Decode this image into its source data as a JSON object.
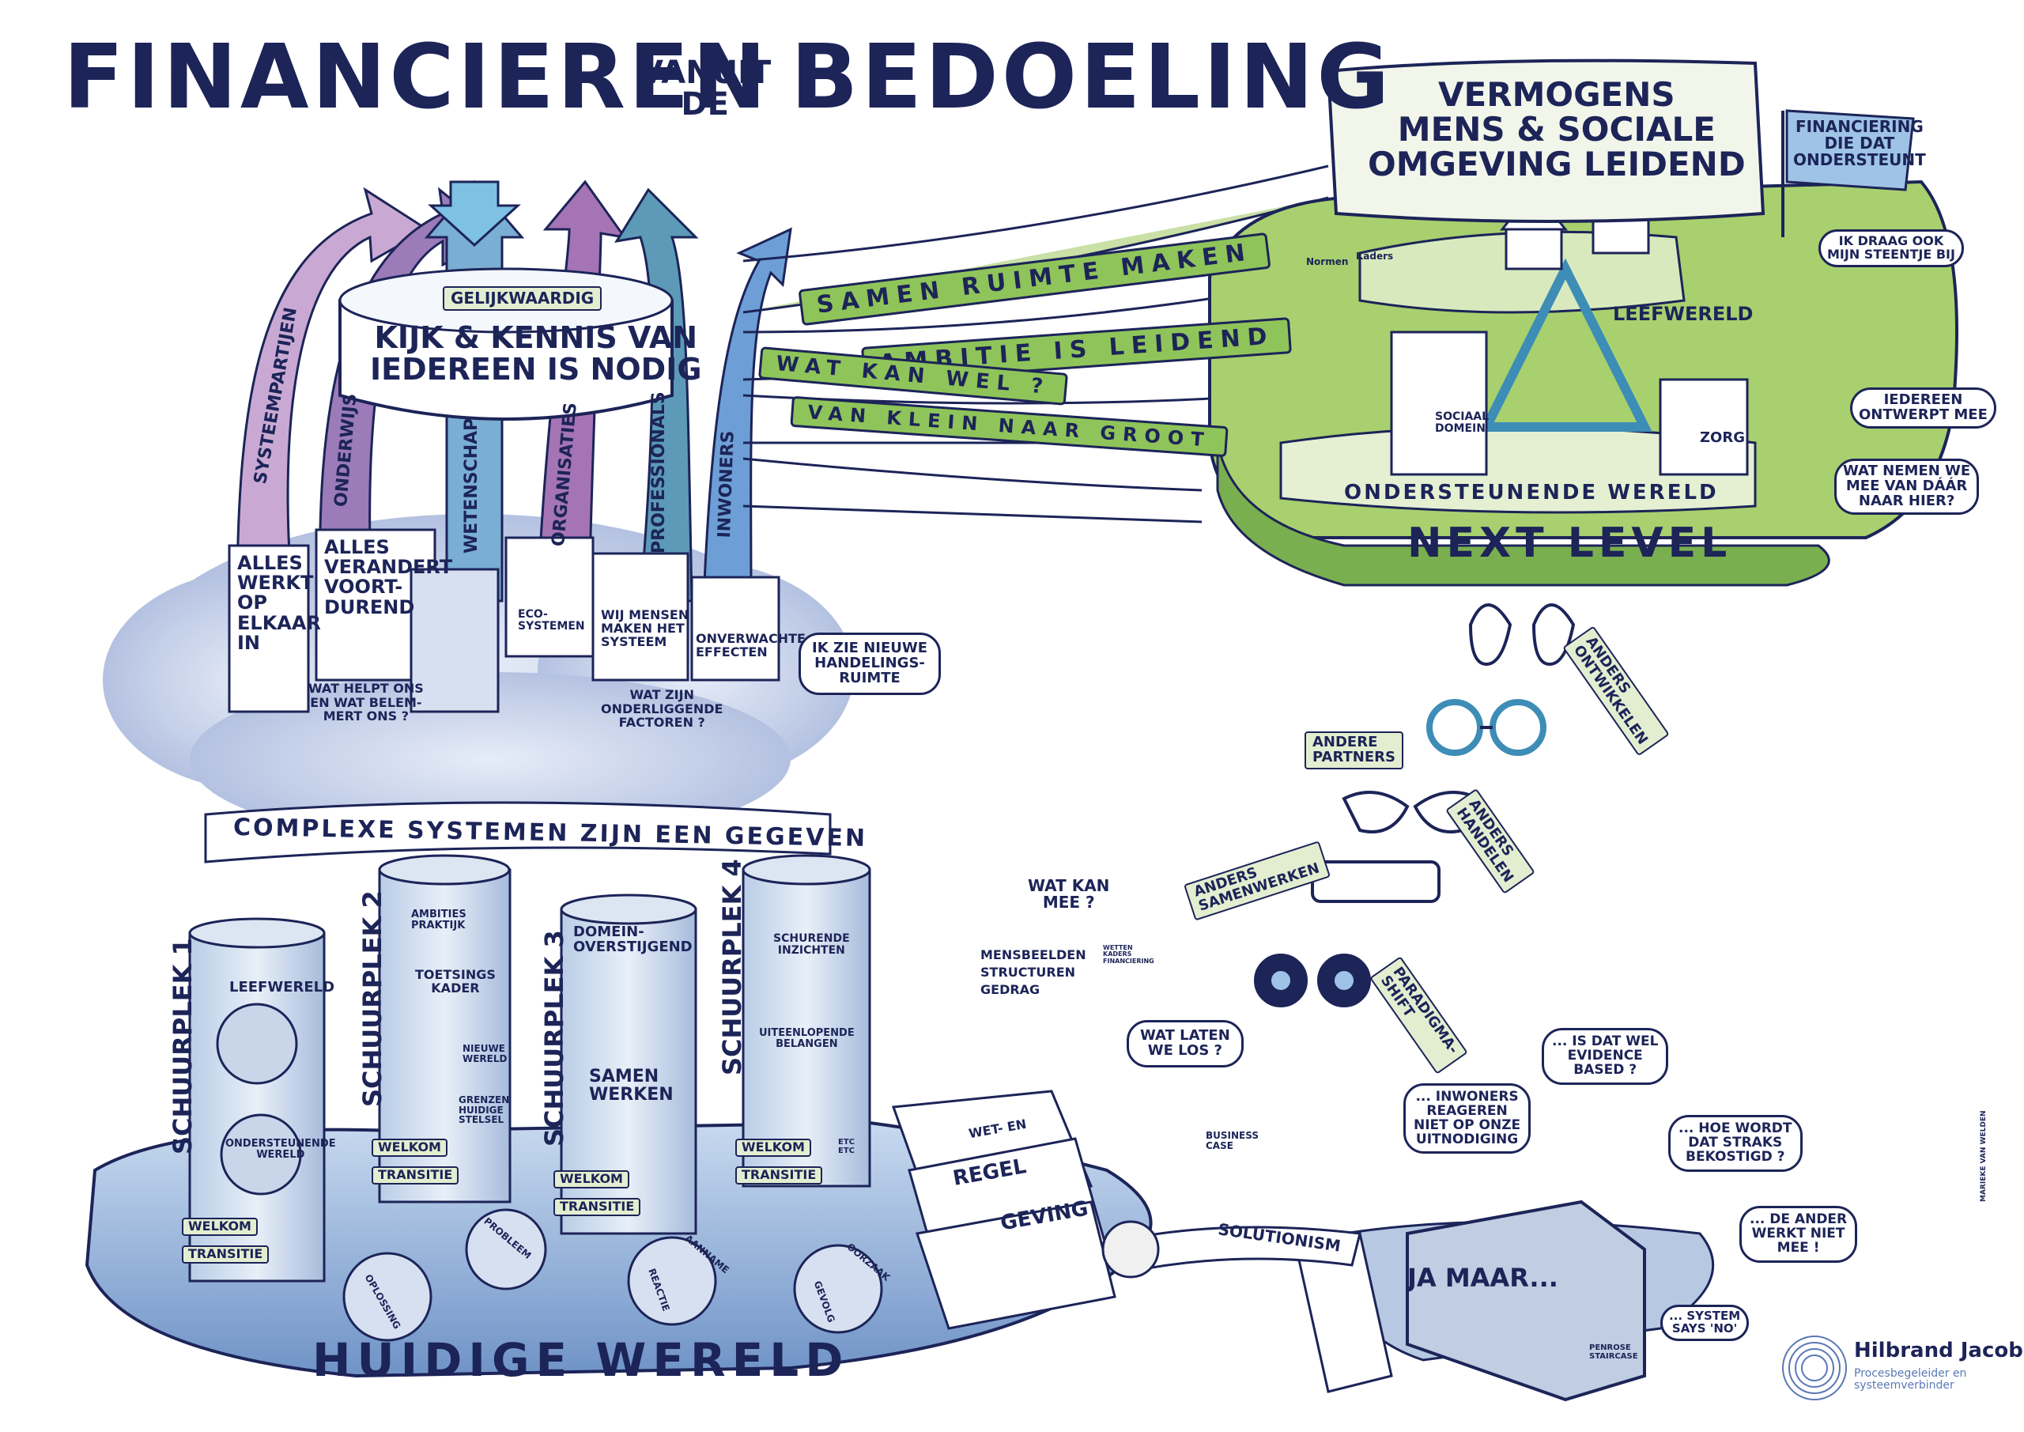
{
  "title": {
    "left": "FINANCIEREN",
    "middle": "VANUIT\nDE",
    "right": "BEDOELING"
  },
  "top_left": {
    "badge": "GELIJKWAARDIG",
    "banner": "KIJK & KENNIS VAN\nIEDEREEN IS NODIG",
    "arrows": [
      "SYSTEEMPARTIJEN",
      "ONDERWIJS",
      "WETENSCHAP",
      "ORGANISATIES",
      "PROFESSIONALS",
      "INWONERS"
    ],
    "signs": [
      "ALLES\nWERKT\nOP\nELKAAR\nIN",
      "ALLES\nVERANDERT\nVOORT-\nDUREND",
      "ECO-\nSYSTEMEN",
      "WIJ MENSEN\nMAKEN HET\nSYSTEEM",
      "ONVERWACHTE\nEFFECTEN"
    ],
    "bubbles": [
      "WAT HELPT ONS\nEN WAT BELEM-\nMERT ONS ?",
      "WAT ZIJN\nONDERLIGGENDE\nFACTOREN ?",
      "IK ZIE NIEUWE\nHANDELINGS-\nRUIMTE"
    ],
    "cloud_banner": "COMPLEXE SYSTEMEN ZIJN EEN GEGEVEN"
  },
  "bridges": [
    "SAMEN RUIMTE MAKEN",
    "AMBITIE IS LEIDEND",
    "WAT KAN WEL ?",
    "VAN KLEIN NAAR GROOT"
  ],
  "next_level": {
    "banner": "VERMOGENS\nMENS & SOCIALE\nOMGEVING LEIDEND",
    "flag": "FINANCIERING\nDIE DAT\nONDERSTEUNT",
    "leefwereld": "LEEFWERELD",
    "ondersteunende": "ONDERSTEUNENDE WERELD",
    "label": "NEXT LEVEL",
    "building_left": "SOCIAAL\nDOMEIN",
    "building_right": "ZORG",
    "boards": [
      "Normen",
      "Kaders"
    ],
    "bubbles": [
      "IK DRAAG OOK\nMIJN STEENTJE BIJ",
      "IEDEREEN\nONTWERPT MEE",
      "WAT NEMEN WE\nMEE VAN DÁÁR\nNAAR HIER?"
    ]
  },
  "glasses": [
    "ANDERS\nONTWIKKELEN",
    "ANDERE\nPARTNERS",
    "ANDERS\nHANDELEN",
    "ANDERS\nSAMENWERKEN",
    "PARADIGMA-\nSHIFT"
  ],
  "pillars": [
    {
      "name": "SCHUURPLEK 1",
      "items": [
        "LEEFWERELD",
        "ONDERSTEUNENDE\nWERELD"
      ],
      "tags": [
        "WELKOM",
        "TRANSITIE"
      ]
    },
    {
      "name": "SCHUURPLEK 2",
      "items": [
        "AMBITIES\nPRAKTIJK",
        "TOETSINGS\nKADER",
        "NIEUWE\nWERELD",
        "GRENZEN\nHUIDIGE\nSTELSEL"
      ],
      "tags": [
        "WELKOM",
        "TRANSITIE"
      ]
    },
    {
      "name": "SCHUURPLEK 3",
      "items": [
        "DOMEIN-\nOVERSTIJGEND",
        "SAMEN\nWERKEN"
      ],
      "tags": [
        "WELKOM",
        "TRANSITIE"
      ]
    },
    {
      "name": "SCHUURPLEK 4",
      "items": [
        "SCHURENDE\nINZICHTEN",
        "UITEENLOPENDE\nBELANGEN",
        "ETC\nETC"
      ],
      "tags": [
        "WELKOM",
        "TRANSITIE"
      ]
    }
  ],
  "wheels": [
    "OPLOSSING",
    "PROBLEEM",
    "REACTIE",
    "AANNAME",
    "GEVOLG",
    "OORZAAK"
  ],
  "bottom": {
    "huidige": "HUIDIGE WERELD",
    "wat_kan_mee": {
      "title": "WAT KAN\nMEE ?",
      "items": [
        "MENSBEELDEN",
        "STRUCTUREN",
        "GEDRAG"
      ],
      "tag": "WETTEN\nKADERS\nFINANCIERING"
    },
    "books": [
      "WET- EN",
      "REGEL",
      "GEVING"
    ],
    "wat_laten": "WAT LATEN\nWE LOS ?",
    "business_case": "BUSINESS\nCASE",
    "solutionism": "SOLUTIONISM",
    "ja_maar": "JA MAAR...",
    "penrose": "PENROSE\nSTAIRCASE",
    "quotes": [
      "... INWONERS\nREAGEREN\nNIET OP ONZE\nUITNODIGING",
      "... IS DAT WEL\nEVIDENCE\nBASED ?",
      "... HOE WORDT\nDAT STRAKS\nBEKOSTIGD ?",
      "... DE ANDER\nWERKT NIET\nMEE !",
      "... SYSTEM\nSAYS 'NO'"
    ],
    "credit": "MARIEKE VAN WELDEN"
  },
  "logo": {
    "name": "Hilbrand Jacobs",
    "tagline": "Procesbegeleider en\nsysteemverbinder",
    "icon": "concentric-rings-logo"
  },
  "colors": {
    "navy": "#1c2458",
    "green": "#8fc45a",
    "light_green": "#c9e0a6",
    "sky": "#9ec3e6",
    "purple": "#8a6aa8",
    "teal": "#4f9ab5",
    "cloud": "#c7d3ea"
  }
}
